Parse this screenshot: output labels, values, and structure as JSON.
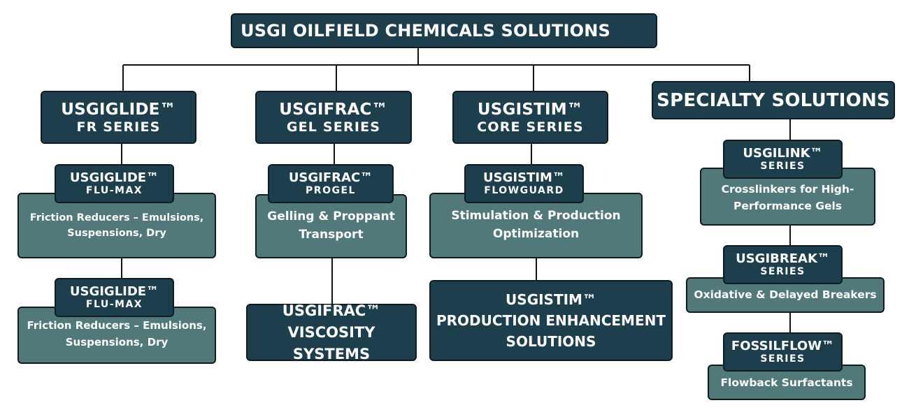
{
  "root": {
    "title": "USGI  OILFIELD CHEMICALS SOLUTIONS"
  },
  "columns": [
    {
      "header": {
        "name": "USGIGLIDE™",
        "series": "FR SERIES"
      },
      "products": [
        {
          "name": "USGIGLIDE™",
          "sub": "FLU-MAX",
          "desc_lines": [
            "Friction Reducers – Emulsions,",
            "Suspensions, Dry"
          ]
        },
        {
          "name": "USGIGLIDE™",
          "sub": "FLU-MAX",
          "desc_lines": [
            "Friction Reducers – Emulsions,",
            "Suspensions, Dry"
          ]
        }
      ]
    },
    {
      "header": {
        "name": "USGIFRAC™",
        "series": "GEL SERIES"
      },
      "products": [
        {
          "name": "USGIFRAC™",
          "sub": "PROGEL",
          "desc_lines": [
            "Gelling & Proppant",
            "Transport"
          ]
        }
      ],
      "footer_lines": [
        "USGIFRAC™",
        "VISCOSITY SYSTEMS"
      ]
    },
    {
      "header": {
        "name": "USGISTIM™",
        "series": "CORE SERIES"
      },
      "products": [
        {
          "name": "USGISTIM™",
          "sub": "FLOWGUARD",
          "desc_lines": [
            "Stimulation & Production",
            "Optimization"
          ]
        }
      ],
      "footer_lines": [
        "USGISTIM™",
        "PRODUCTION ENHANCEMENT",
        "SOLUTIONS"
      ]
    },
    {
      "header": {
        "name": "SPECIALTY SOLUTIONS"
      },
      "products": [
        {
          "name": "USGILINK™",
          "sub": "SERIES",
          "desc_lines": [
            "Crosslinkers for High-",
            "Performance Gels"
          ]
        },
        {
          "name": "USGIBREAK™",
          "sub": "SERIES",
          "desc_lines": [
            "Oxidative & Delayed Breakers"
          ]
        },
        {
          "name": "FOSSILFLOW™",
          "sub": "SERIES",
          "desc_lines": [
            "Flowback Surfactants"
          ]
        }
      ]
    }
  ],
  "colors": {
    "dark": "#1d3f4d",
    "light": "#517979",
    "border": "#0e1c22",
    "text": "#ffffff",
    "line": "#111111"
  }
}
